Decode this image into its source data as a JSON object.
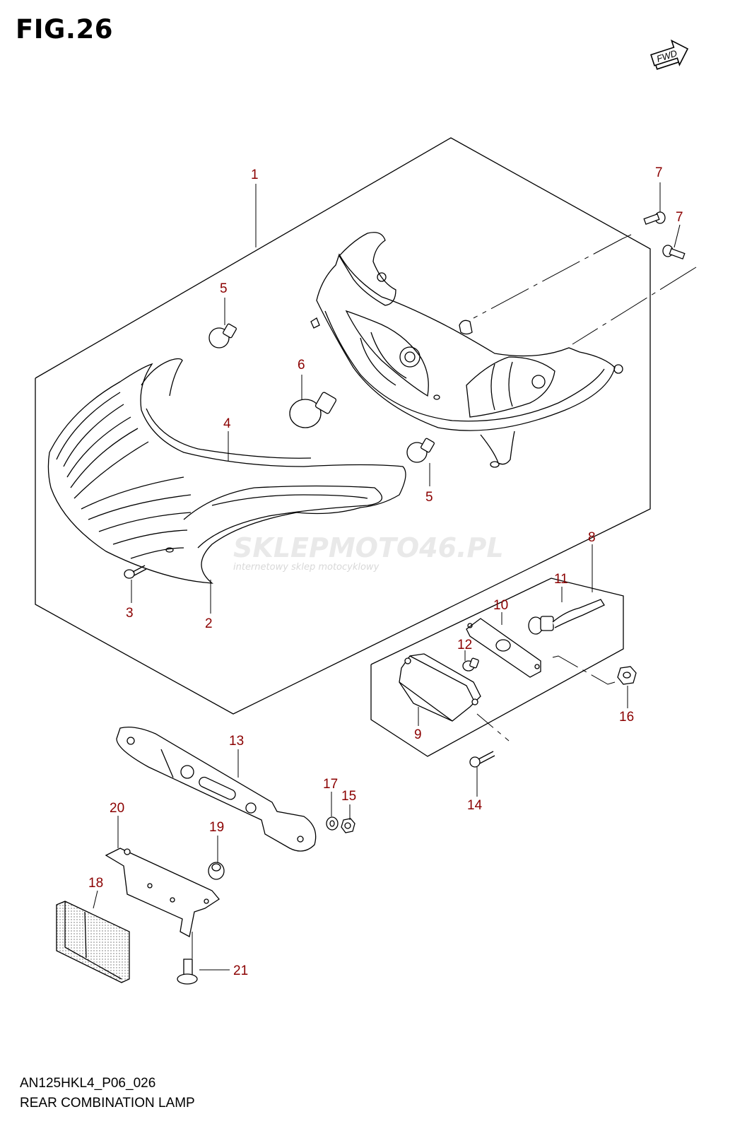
{
  "figure": {
    "title": "FIG.26",
    "fwd_label": "FWD",
    "diagram_code": "AN125HKL4_P06_026",
    "diagram_name": "REAR COMBINATION LAMP",
    "watermark_main": "SKLEPMOTO46.PL",
    "watermark_sub": "internetowy sklep motocyklowy"
  },
  "callouts": [
    {
      "id": "c1",
      "label": "1"
    },
    {
      "id": "c2",
      "label": "2"
    },
    {
      "id": "c3",
      "label": "3"
    },
    {
      "id": "c4",
      "label": "4"
    },
    {
      "id": "c5a",
      "label": "5"
    },
    {
      "id": "c5b",
      "label": "5"
    },
    {
      "id": "c6",
      "label": "6"
    },
    {
      "id": "c7a",
      "label": "7"
    },
    {
      "id": "c7b",
      "label": "7"
    },
    {
      "id": "c8",
      "label": "8"
    },
    {
      "id": "c9",
      "label": "9"
    },
    {
      "id": "c10",
      "label": "10"
    },
    {
      "id": "c11",
      "label": "11"
    },
    {
      "id": "c12",
      "label": "12"
    },
    {
      "id": "c13",
      "label": "13"
    },
    {
      "id": "c14",
      "label": "14"
    },
    {
      "id": "c15",
      "label": "15"
    },
    {
      "id": "c16",
      "label": "16"
    },
    {
      "id": "c17",
      "label": "17"
    },
    {
      "id": "c18",
      "label": "18"
    },
    {
      "id": "c19",
      "label": "19"
    },
    {
      "id": "c20",
      "label": "20"
    },
    {
      "id": "c21",
      "label": "21"
    }
  ]
}
